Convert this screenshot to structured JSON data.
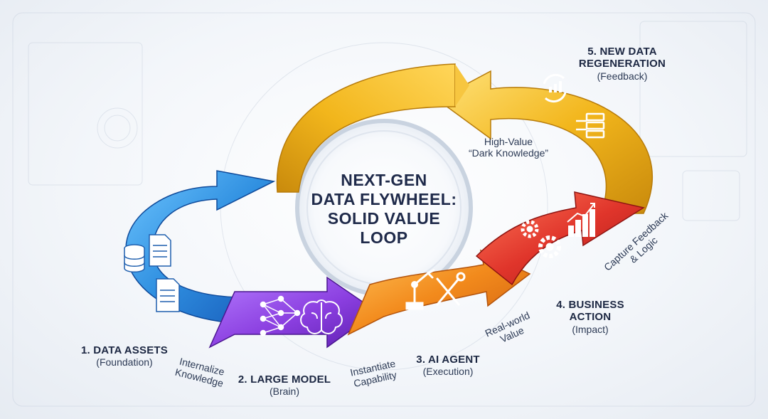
{
  "center_title": [
    "NEXT-GEN",
    "DATA FLYWHEEL:",
    "SOLID VALUE",
    "LOOP"
  ],
  "stages": [
    {
      "title": "1. DATA ASSETS",
      "subtitle": "(Foundation)",
      "icons": [
        "database-icon",
        "document-icon"
      ],
      "color": "#2f8fe0"
    },
    {
      "title": "2. LARGE MODEL",
      "subtitle": "(Brain)",
      "icons": [
        "neural-network-icon",
        "brain-icon"
      ],
      "color": "#8b3fe0"
    },
    {
      "title": "3. AI AGENT",
      "subtitle": "(Execution)",
      "icons": [
        "robot-arm-icon",
        "tools-icon"
      ],
      "color": "#f28a1c"
    },
    {
      "title": "4. BUSINESS",
      "title2": "ACTION",
      "subtitle": "(Impact)",
      "icons": [
        "gears-icon",
        "growth-chart-icon"
      ],
      "color": "#e0352b"
    },
    {
      "title": "5. NEW DATA",
      "title2": "REGENERATION",
      "subtitle": "(Feedback)",
      "icons": [
        "refresh-chart-icon",
        "server-icon"
      ],
      "color": "#f2b61c"
    }
  ],
  "connectors": {
    "internalize": [
      "Internalize",
      "Knowledge"
    ],
    "instantiate": [
      "Instantiate",
      "Capability"
    ],
    "real_world": [
      "Real-world",
      "Value"
    ],
    "capture": [
      "Capture Feedback",
      "& Logic"
    ],
    "high_value": [
      "High-Value",
      "“Dark Knowledge”"
    ]
  },
  "colors": {
    "blue": "#2f8fe0",
    "purple": "#8b3fe0",
    "orange": "#f28a1c",
    "red": "#e0352b",
    "gold": "#e8a713"
  }
}
